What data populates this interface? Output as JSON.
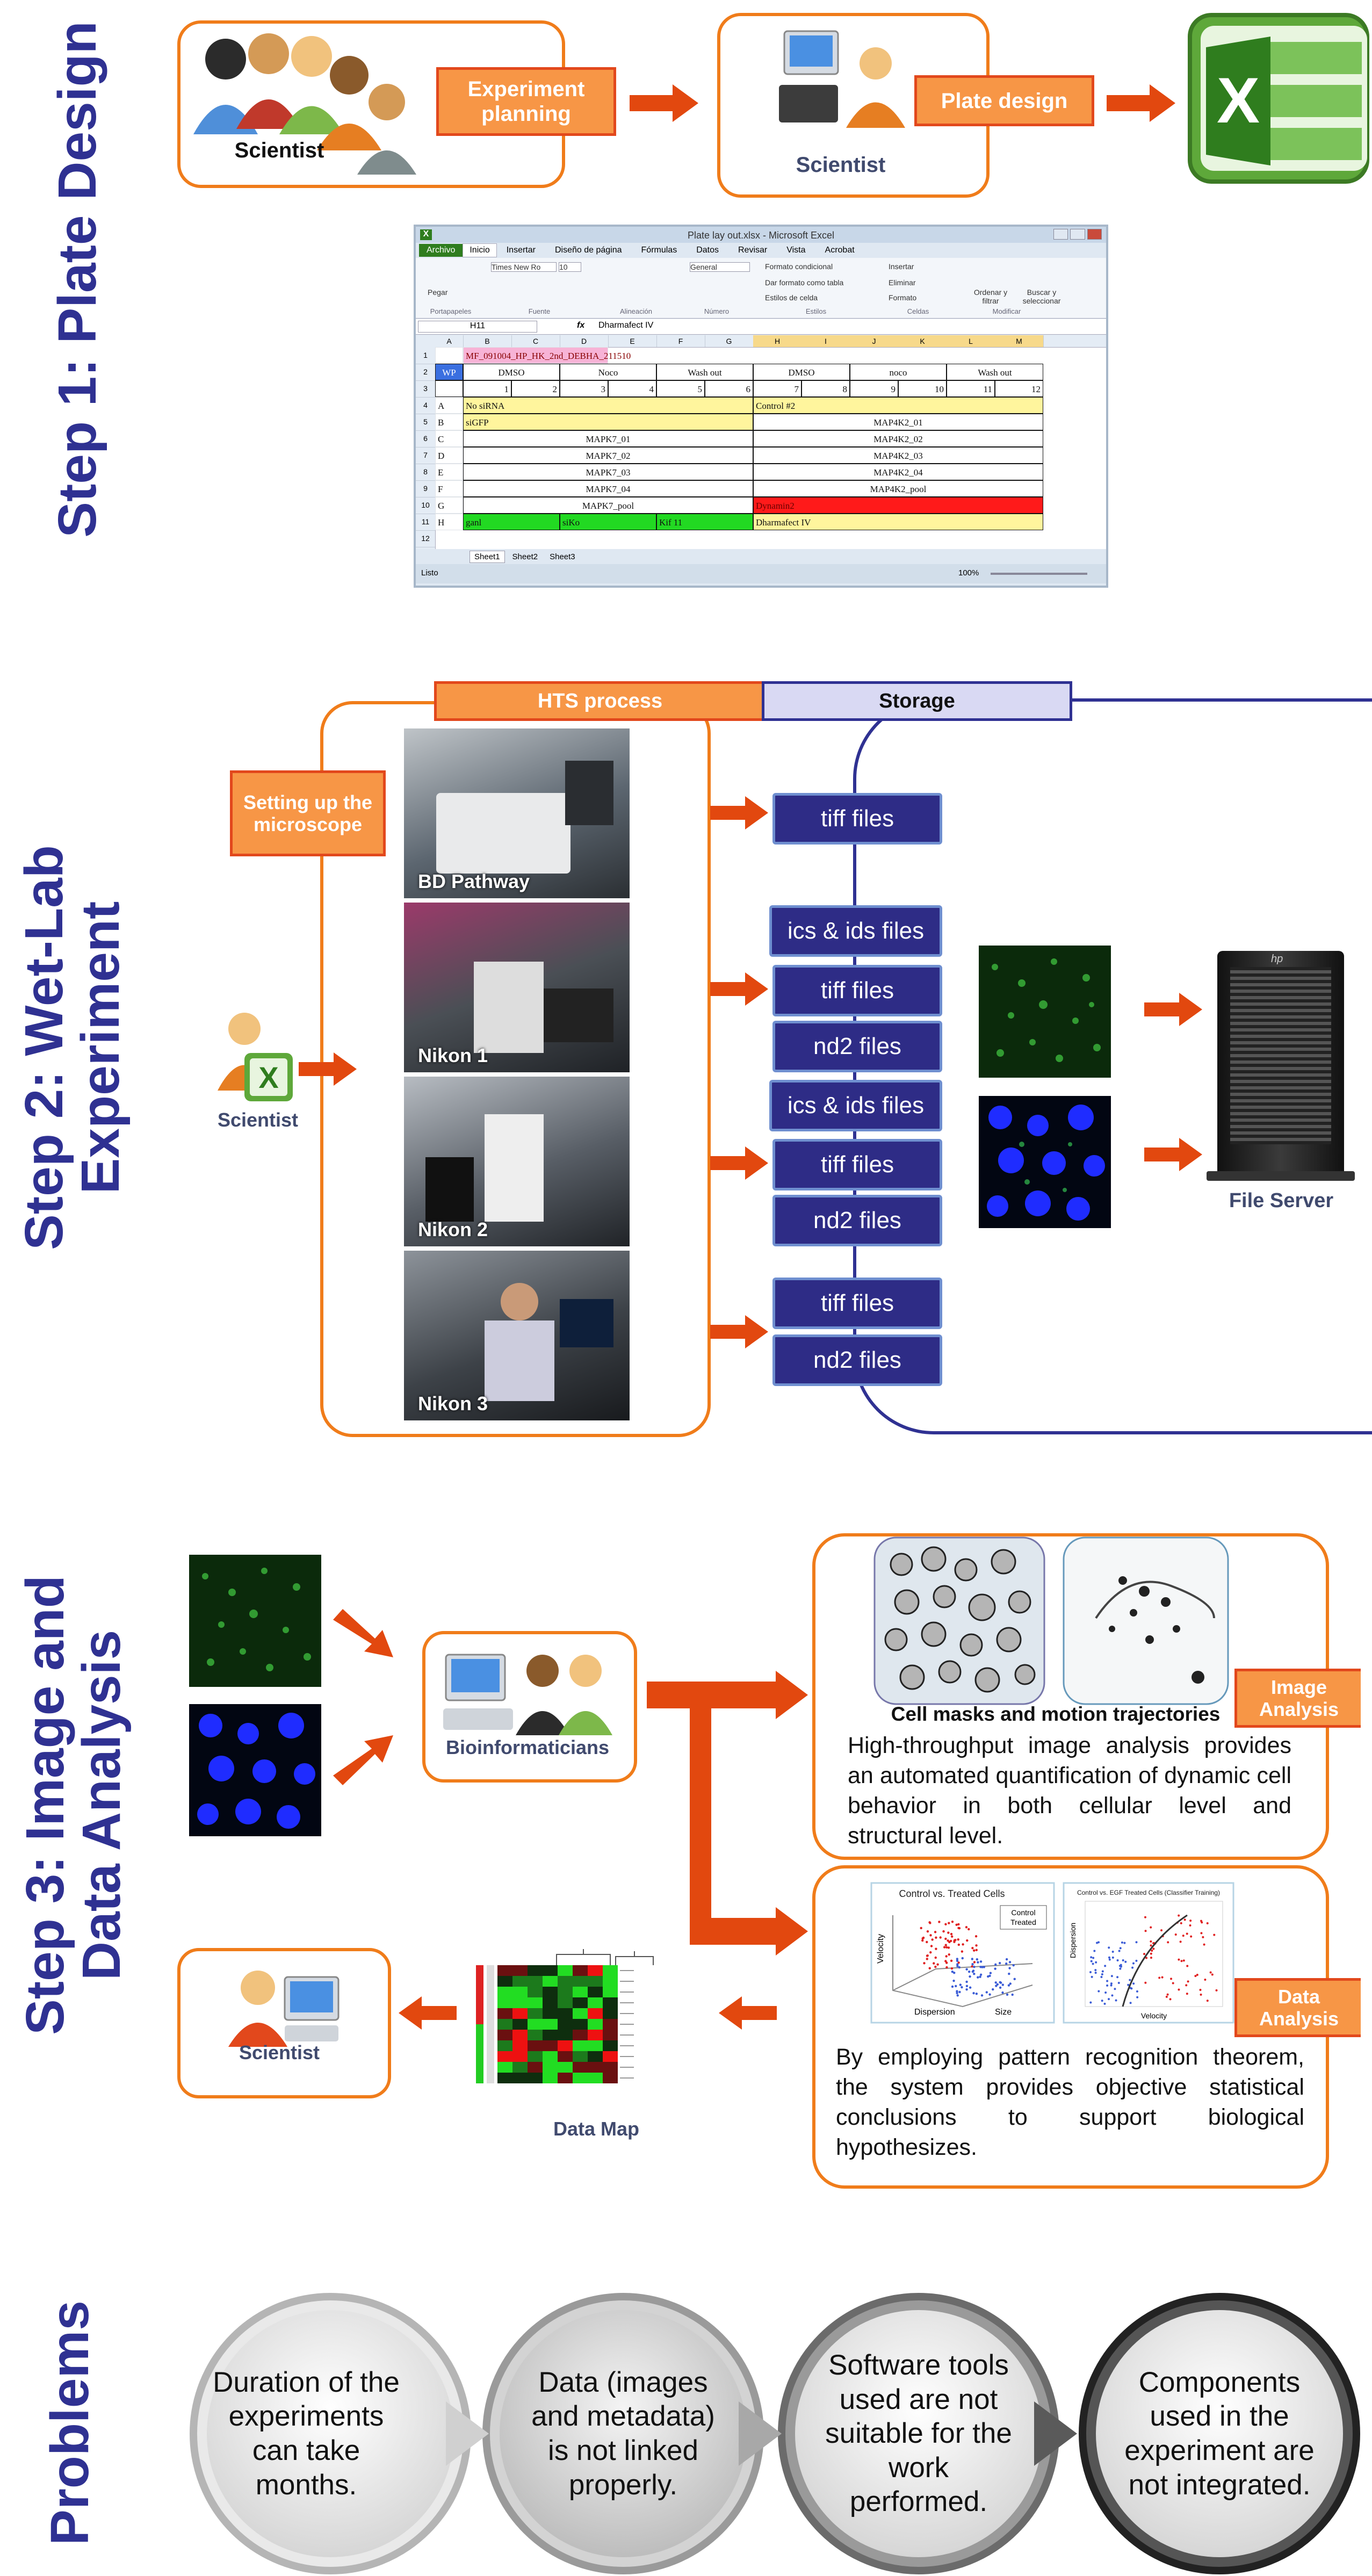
{
  "step1": {
    "title": "Step 1: Plate Design",
    "scientist_label": "Scientist",
    "scientist_label_2": "Scientist",
    "btn_experiment_planning": "Experiment planning",
    "btn_plate_design": "Plate design",
    "excel": {
      "window_title": "Plate lay out.xlsx - Microsoft Excel",
      "file_tab": "Archivo",
      "ribbon_tabs": [
        "Inicio",
        "Insertar",
        "Diseño de página",
        "Fórmulas",
        "Datos",
        "Revisar",
        "Vista",
        "Acrobat"
      ],
      "ribbon_groups": [
        "Portapapeles",
        "Fuente",
        "Alineación",
        "Número",
        "Estilos",
        "Celdas",
        "Modificar"
      ],
      "ribbon_items": {
        "paste": "Pegar",
        "font_name": "Times New Ro",
        "font_size": "10",
        "number_format": "General",
        "cond_format": "Formato condicional",
        "format_table": "Dar formato como tabla",
        "cell_styles": "Estilos de celda",
        "insert": "Insertar",
        "delete": "Eliminar",
        "format": "Formato",
        "sort": "Ordenar y filtrar",
        "find": "Buscar y seleccionar"
      },
      "name_box": "H11",
      "formula_value": "Dharmafect IV",
      "columns": [
        "A",
        "B",
        "C",
        "D",
        "E",
        "F",
        "G",
        "H",
        "I",
        "J",
        "K",
        "L",
        "M"
      ],
      "row_numbers": [
        "1",
        "2",
        "3",
        "4",
        "5",
        "6",
        "7",
        "8",
        "9",
        "10",
        "11",
        "12"
      ],
      "row1_title": "MF_091004_HP_HK_2nd_DEBHA_211510",
      "row2": [
        "WP",
        "DMSO",
        "Noco",
        "Wash out",
        "DMSO",
        "noco",
        "Wash out"
      ],
      "row3_numbers": [
        "1",
        "2",
        "3",
        "4",
        "5",
        "6",
        "7",
        "8",
        "9",
        "10",
        "11",
        "12"
      ],
      "row_letters": [
        "A",
        "B",
        "C",
        "D",
        "E",
        "F",
        "G",
        "H"
      ],
      "left_values": [
        "No siRNA",
        "siGFP",
        "MAPK7_01",
        "MAPK7_02",
        "MAPK7_03",
        "MAPK7_04",
        "MAPK7_pool"
      ],
      "right_values": [
        "Control #2",
        "MAP4K2_01",
        "MAP4K2_02",
        "MAP4K2_03",
        "MAP4K2_04",
        "MAP4K2_pool",
        "Dynamin2"
      ],
      "row_h": [
        "ganl",
        "siKo",
        "Kif 11",
        "Dharmafect IV"
      ],
      "sheets": [
        "Sheet1",
        "Sheet2",
        "Sheet3"
      ],
      "status": "Listo",
      "zoom": "100%"
    }
  },
  "step2": {
    "title_line1": "Step 2: Wet-Lab",
    "title_line2": "Experiment",
    "header_hts": "HTS process",
    "header_storage": "Storage",
    "btn_setup": "Setting up the microscope",
    "scientist_label": "Scientist",
    "microscopes": [
      "BD Pathway",
      "Nikon 1",
      "Nikon 2",
      "Nikon 3"
    ],
    "files": [
      "tiff files",
      "ics & ids files",
      "tiff files",
      "nd2 files",
      "ics & ids files",
      "tiff files",
      "nd2 files",
      "tiff files",
      "nd2 files"
    ],
    "file_server": "File Server",
    "server_brand": "hp"
  },
  "step3": {
    "title_line1": "Step 3: Image and",
    "title_line2": "Data Analysis",
    "bioinformaticians": "Bioinformaticians",
    "image_analysis_tag": "Image Analysis",
    "data_analysis_tag": "Data Analysis",
    "cell_masks_caption": "Cell masks and motion trajectories",
    "image_analysis_text": "High-throughput image analysis provides an automated quantification of dynamic cell behavior in both cellular level and structural level.",
    "data_analysis_text": "By employing pattern recognition theorem, the system provides objective statistical conclusions to support biological hypothesizes.",
    "plot1_title": "Control vs. Treated Cells",
    "plot1_legend": [
      "Control",
      "Treated"
    ],
    "plot1_xlabel": "Dispersion",
    "plot1_ylabel": "Velocity",
    "plot1_zlabel": "Size",
    "plot2_title": "Control vs. EGF Treated Cells (Classifier Training)",
    "plot2_xlabel": "Velocity",
    "plot2_ylabel": "Dispersion",
    "data_map": "Data Map",
    "scientist_label": "Scientist"
  },
  "problems": {
    "title": "Problems",
    "items": [
      "Duration of the experiments can take months.",
      "Data (images and metadata) is not linked properly.",
      "Software tools used are not suitable for the work performed.",
      "Components used in the experiment are not integrated."
    ]
  },
  "colors": {
    "title_blue": "#2f3192",
    "orange_border": "#f07c1a",
    "orange_fill": "#f79646",
    "red_border": "#e2481c",
    "arrow": "#e2480f",
    "file_fill": "#2e2c86",
    "storage_fill": "#d9d9f3"
  },
  "icons": [
    "people-group-icon",
    "computer-person-icon",
    "excel-logo-icon",
    "file-server-icon"
  ]
}
